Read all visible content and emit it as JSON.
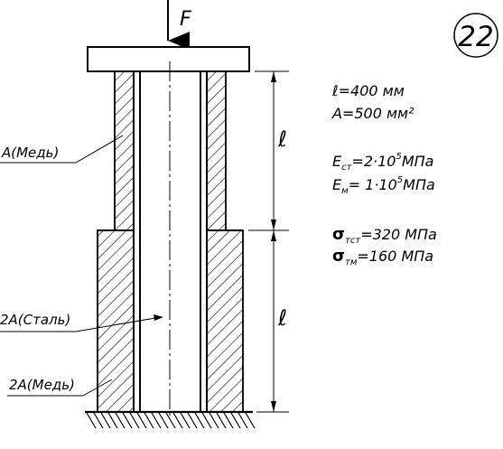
{
  "problem_number": "22",
  "load_label": "F",
  "length_label": "ℓ",
  "labels": {
    "upper_copper": "A(Медь)",
    "steel_core": "2A(Сталь)",
    "lower_copper": "2A(Медь)"
  },
  "given": {
    "length": "ℓ=400 мм",
    "area": "A=500 мм²",
    "e_steel": "E",
    "e_steel_sub": "ст",
    "e_steel_value": "=2·10",
    "e_steel_exp": "5",
    "e_steel_unit": "МПа",
    "e_copper": "E",
    "e_copper_sub": "м",
    "e_copper_value": "= 1·10",
    "e_copper_exp": "5",
    "e_copper_unit": "МПа",
    "sigma_steel": "σ",
    "sigma_steel_sub": "тст",
    "sigma_steel_value": "=320 МПа",
    "sigma_copper": "σ",
    "sigma_copper_sub": "тм",
    "sigma_copper_value": "=160 МПа"
  },
  "colors": {
    "ink": "#000000",
    "paper": "#ffffff"
  }
}
